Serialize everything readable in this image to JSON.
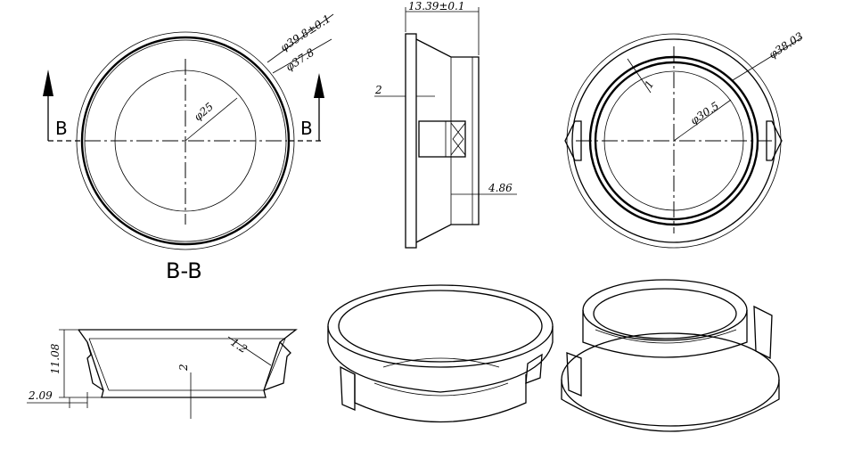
{
  "dimensions": {
    "d_outer": "φ39.8±0.1",
    "d_second": "φ37.8",
    "d_inner": "φ25",
    "side_width": "13.39±0.1",
    "side_flange": "2",
    "side_lip": "4.86",
    "rear_outer": "φ38.03",
    "rear_inner": "φ30.5",
    "rear_gap": "1",
    "sec_height": "11.08",
    "sec_radius": "1.2",
    "sec_floor": "2",
    "sec_base": "2.09"
  },
  "labels": {
    "section_left": "B",
    "section_right": "B",
    "section_caption": "B-B"
  }
}
